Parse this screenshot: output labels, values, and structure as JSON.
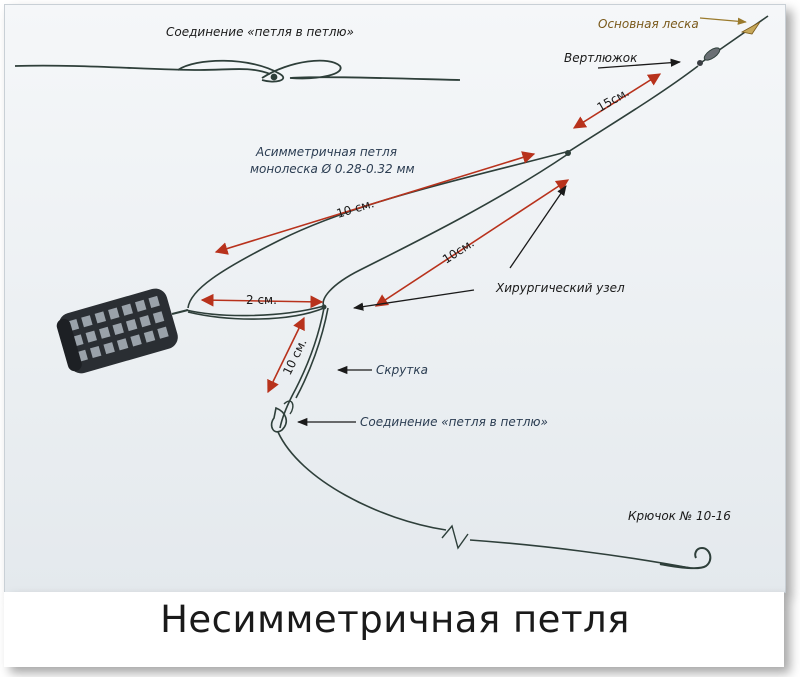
{
  "labels": {
    "top_connection": "Соединение «петля в петлю»",
    "main_line": "Основная леска",
    "swivel": "Вертлюжок",
    "asym_loop_line1": "Асимметричная петля",
    "asym_loop_line2": "монолеска Ø 0.28-0.32 мм",
    "surgical_knot": "Хирургический узел",
    "twist": "Скрутка",
    "bottom_connection": "Соединение «петля в петлю»",
    "hook": "Крючок № 10-16"
  },
  "measurements": {
    "m15": "15см.",
    "m10_top": "10 см.",
    "m10_mid": "10см.",
    "m2": "2 см.",
    "m10_low": "10 см."
  },
  "title": "Несимметричная петля",
  "colors": {
    "line": "#2e3f3a",
    "arrow_red": "#b8321c",
    "arrow_dark": "#1a1a1a",
    "feeder": "#3a3f44"
  },
  "icons": {
    "feeder": "cage-feeder-icon",
    "hook": "fish-hook-icon",
    "swivel": "swivel-icon"
  }
}
